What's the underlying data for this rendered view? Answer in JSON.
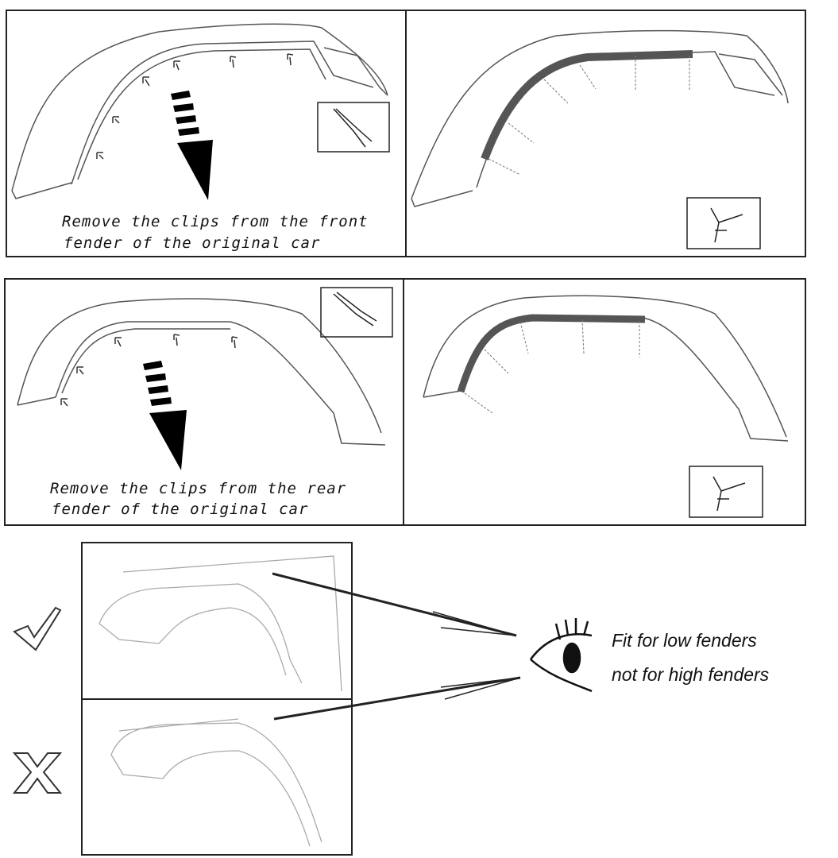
{
  "step1": {
    "caption_line1": "Remove the clips from the front",
    "caption_line2": "fender of the original car",
    "tool_icon": "pliers-icon",
    "install_tool_icon": "clip-tool-icon"
  },
  "step2": {
    "caption_line1": "Remove the clips from the rear",
    "caption_line2": "fender of the original car",
    "tool_icon": "pliers-icon",
    "install_tool_icon": "clip-tool-icon"
  },
  "fitment": {
    "line1": "Fit for low fenders",
    "line2": "not for high fenders",
    "good_icon": "checkmark-icon",
    "bad_icon": "x-icon"
  },
  "colors": {
    "line": "#222222",
    "strip": "#555555"
  }
}
